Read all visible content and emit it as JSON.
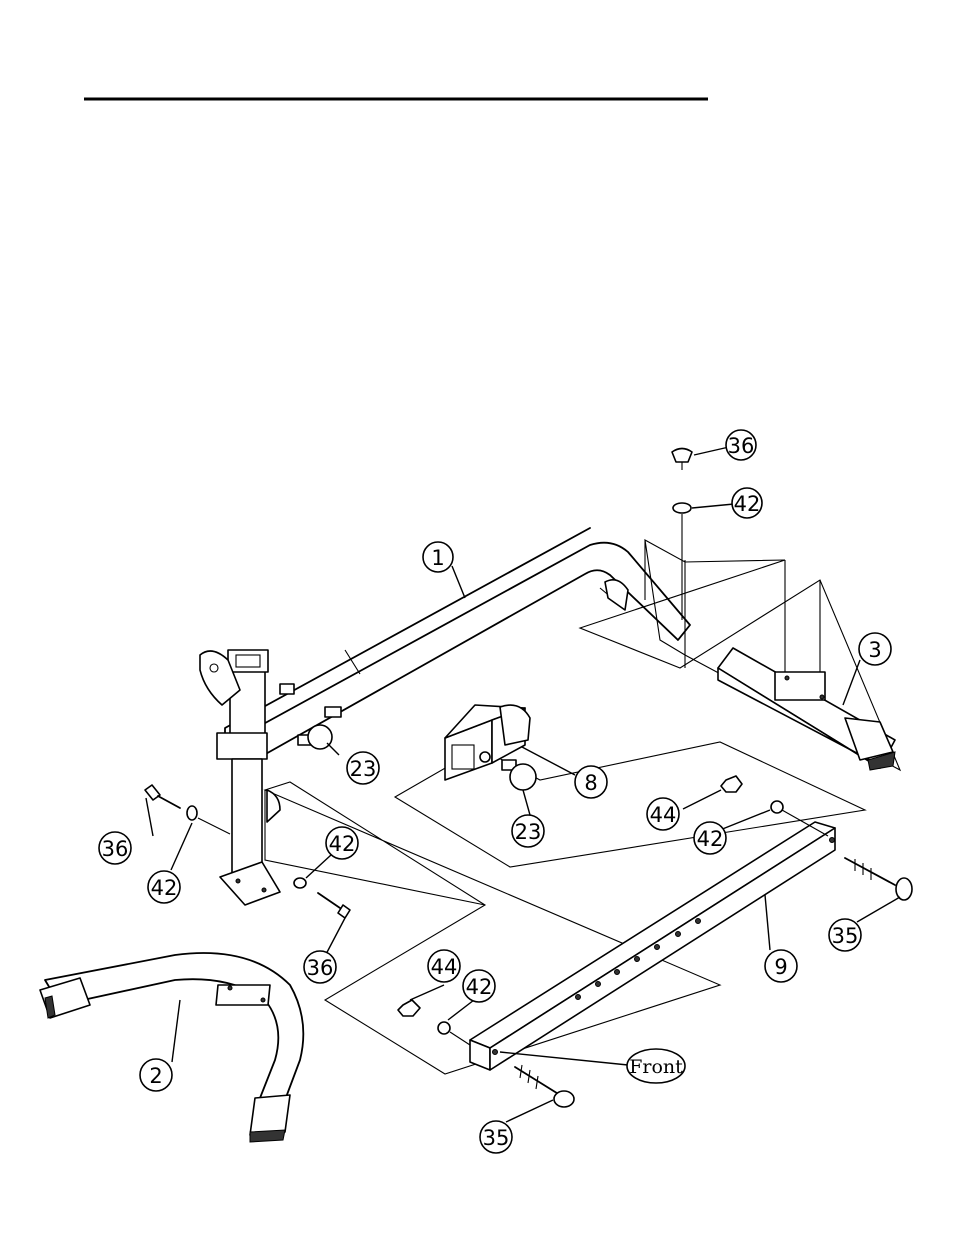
{
  "callouts": [
    {
      "id": "c1",
      "label": "1"
    },
    {
      "id": "c2",
      "label": "2"
    },
    {
      "id": "c3",
      "label": "3"
    },
    {
      "id": "c8",
      "label": "8"
    },
    {
      "id": "c9",
      "label": "9"
    },
    {
      "id": "c23a",
      "label": "23"
    },
    {
      "id": "c23b",
      "label": "23"
    },
    {
      "id": "c35a",
      "label": "35"
    },
    {
      "id": "c35b",
      "label": "35"
    },
    {
      "id": "c36a",
      "label": "36"
    },
    {
      "id": "c36b",
      "label": "36"
    },
    {
      "id": "c36c",
      "label": "36"
    },
    {
      "id": "c42a",
      "label": "42"
    },
    {
      "id": "c42b",
      "label": "42"
    },
    {
      "id": "c42c",
      "label": "42"
    },
    {
      "id": "c42d",
      "label": "42"
    },
    {
      "id": "c42e",
      "label": "42"
    },
    {
      "id": "c44a",
      "label": "44"
    },
    {
      "id": "c44b",
      "label": "44"
    }
  ],
  "front_label": "Front"
}
